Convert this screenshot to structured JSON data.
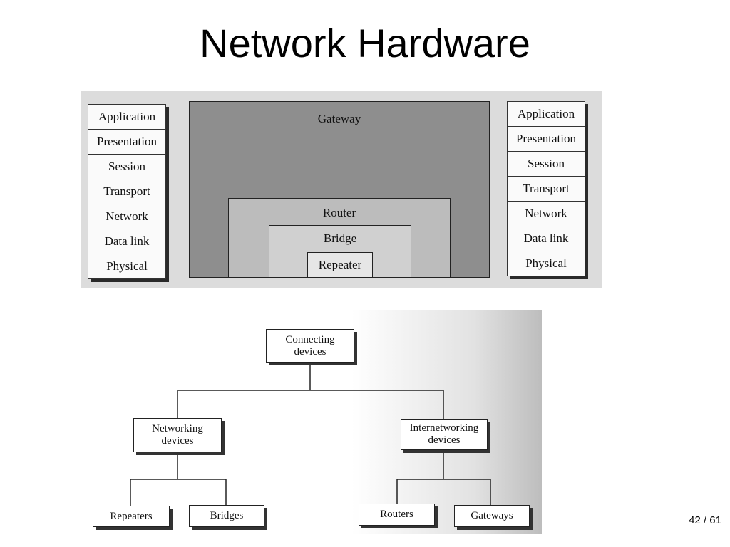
{
  "slide": {
    "title": "Network Hardware",
    "page_number": "42 / 61"
  },
  "osi_layers": [
    "Application",
    "Presentation",
    "Session",
    "Transport",
    "Network",
    "Data link",
    "Physical"
  ],
  "device_levels": {
    "gateway": "Gateway",
    "router": "Router",
    "bridge": "Bridge",
    "repeater": "Repeater"
  },
  "tree": {
    "root": "Connecting\ndevices",
    "networking": "Networking\ndevices",
    "internetworking": "Internetworking\ndevices",
    "repeaters": "Repeaters",
    "bridges": "Bridges",
    "routers": "Routers",
    "gateways": "Gateways"
  }
}
